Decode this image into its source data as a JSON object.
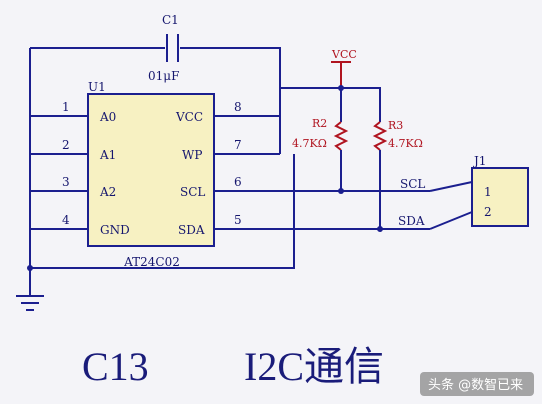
{
  "capacitor": {
    "ref": "C1",
    "value": "01μF"
  },
  "chip": {
    "ref": "U1",
    "part": "AT24C02",
    "left_pins": [
      {
        "num": "1",
        "name": "A0"
      },
      {
        "num": "2",
        "name": "A1"
      },
      {
        "num": "3",
        "name": "A2"
      },
      {
        "num": "4",
        "name": "GND"
      }
    ],
    "right_pins": [
      {
        "num": "8",
        "name": "VCC"
      },
      {
        "num": "7",
        "name": "WP"
      },
      {
        "num": "6",
        "name": "SCL"
      },
      {
        "num": "5",
        "name": "SDA"
      }
    ]
  },
  "power": {
    "label": "VCC"
  },
  "resistors": [
    {
      "ref": "R2",
      "value": "4.7KΩ"
    },
    {
      "ref": "R3",
      "value": "4.7KΩ"
    }
  ],
  "nets": {
    "scl": "SCL",
    "sda": "SDA"
  },
  "connector": {
    "ref": "J1",
    "pins": [
      "1",
      "2"
    ]
  },
  "caption": {
    "left": "C13",
    "right": "I2C通信"
  },
  "watermark": "头条 @数智已来",
  "colors": {
    "wire": "#1b1f8f",
    "chip_fill": "#f7f1c2",
    "highlight": "#b01420",
    "watermark_bg": "#8a8a8a"
  }
}
